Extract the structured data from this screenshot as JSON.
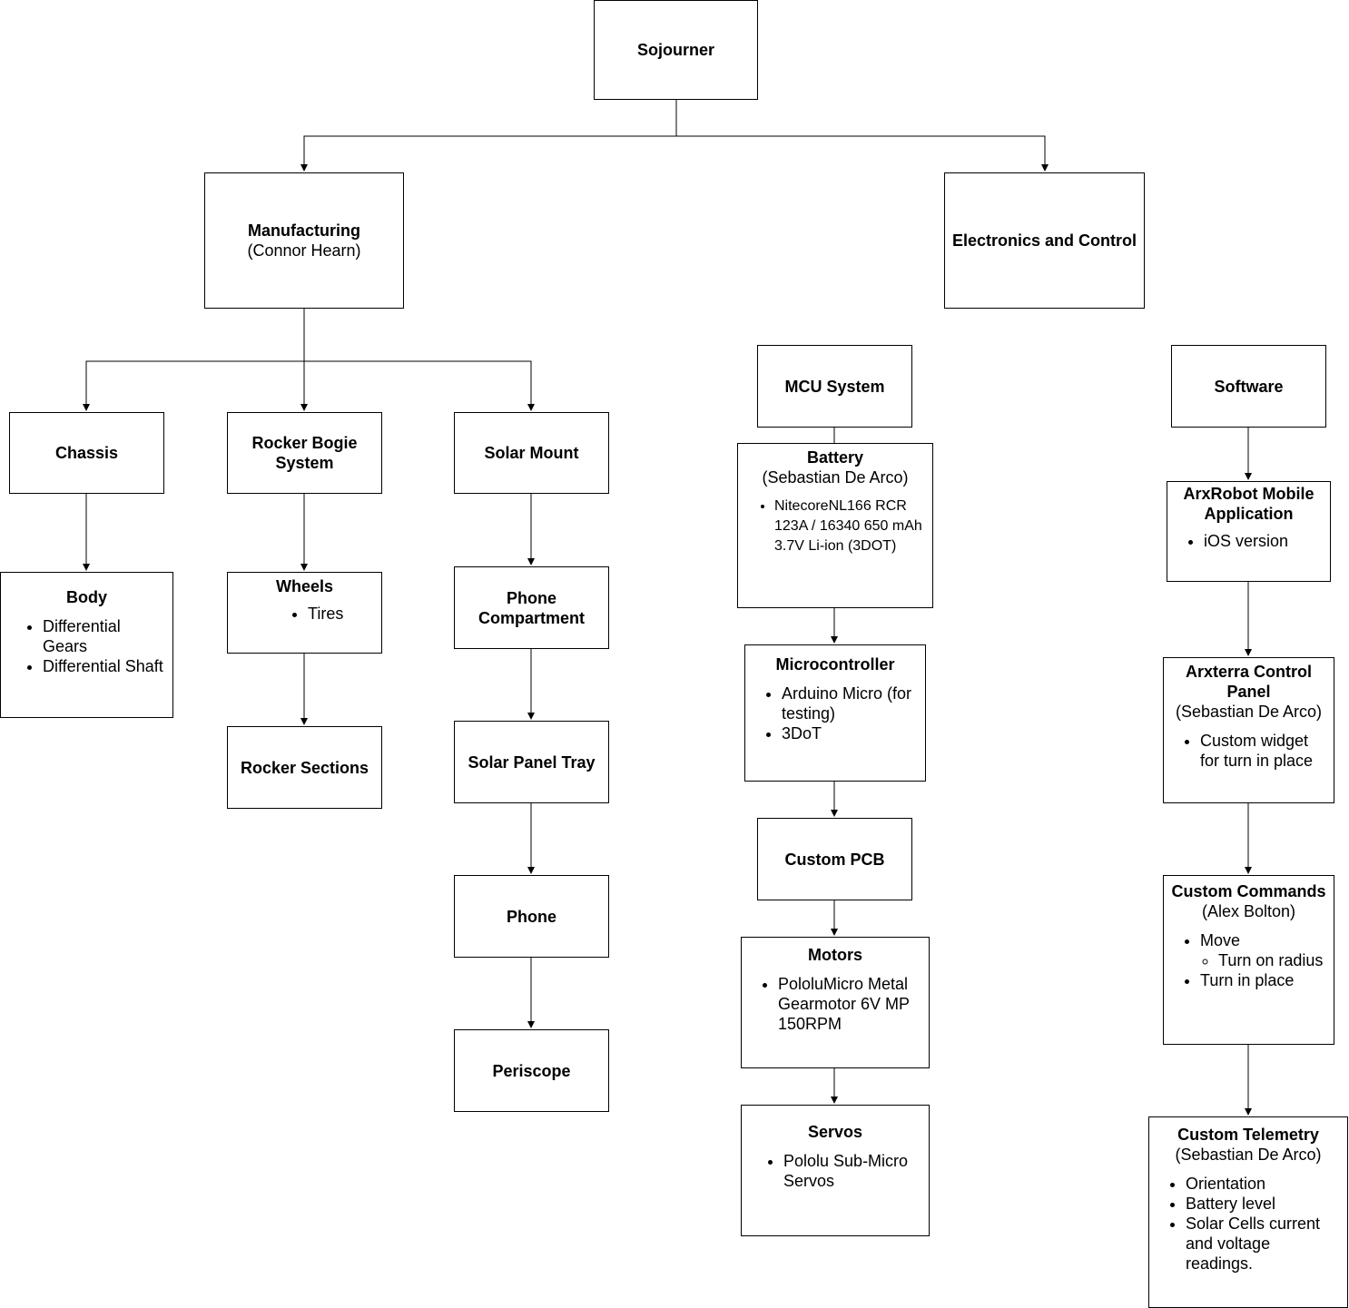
{
  "nodes": {
    "sojourner": {
      "title": "Sojourner"
    },
    "manufacturing": {
      "title": "Manufacturing",
      "sub": "(Connor Hearn)"
    },
    "electronics": {
      "title": "Electronics and Control"
    },
    "chassis": {
      "title": "Chassis"
    },
    "rocker_bogie": {
      "title": "Rocker Bogie System"
    },
    "solar_mount": {
      "title": "Solar Mount"
    },
    "body": {
      "title": "Body",
      "items": [
        "Differential Gears",
        "Differential Shaft"
      ]
    },
    "wheels": {
      "title": "Wheels",
      "items": [
        "Tires"
      ]
    },
    "rocker_sections": {
      "title": "Rocker Sections"
    },
    "phone_compartment": {
      "title": "Phone Compartment"
    },
    "solar_panel_tray": {
      "title": "Solar Panel Tray"
    },
    "phone": {
      "title": "Phone"
    },
    "periscope": {
      "title": "Periscope"
    },
    "mcu_system": {
      "title": "MCU System"
    },
    "battery": {
      "title": "Battery",
      "sub": "(Sebastian De Arco)",
      "items": [
        "NitecoreNL166 RCR 123A / 16340 650 mAh 3.7V Li-ion (3DOT)"
      ]
    },
    "microcontroller": {
      "title": "Microcontroller",
      "items": [
        "Arduino Micro (for testing)",
        "3DoT"
      ]
    },
    "custom_pcb": {
      "title": "Custom PCB"
    },
    "motors": {
      "title": "Motors",
      "items": [
        "PololuMicro Metal Gearmotor 6V MP 150RPM"
      ]
    },
    "servos": {
      "title": "Servos",
      "items": [
        "Pololu Sub-Micro Servos"
      ]
    },
    "software": {
      "title": "Software"
    },
    "arxrobot": {
      "title": "ArxRobot Mobile Application",
      "items": [
        "iOS version"
      ]
    },
    "arxterra": {
      "title": "Arxterra Control Panel",
      "sub": "(Sebastian De Arco)",
      "items": [
        "Custom widget for turn in place"
      ]
    },
    "custom_commands": {
      "title": "Custom Commands",
      "sub": "(Alex Bolton)",
      "items": [
        "Move",
        "Turn in place"
      ],
      "subitems": [
        "Turn on radius"
      ]
    },
    "custom_telemetry": {
      "title": "Custom Telemetry",
      "sub": "(Sebastian De Arco)",
      "items": [
        "Orientation",
        "Battery level",
        "Solar Cells current and voltage readings."
      ]
    }
  }
}
